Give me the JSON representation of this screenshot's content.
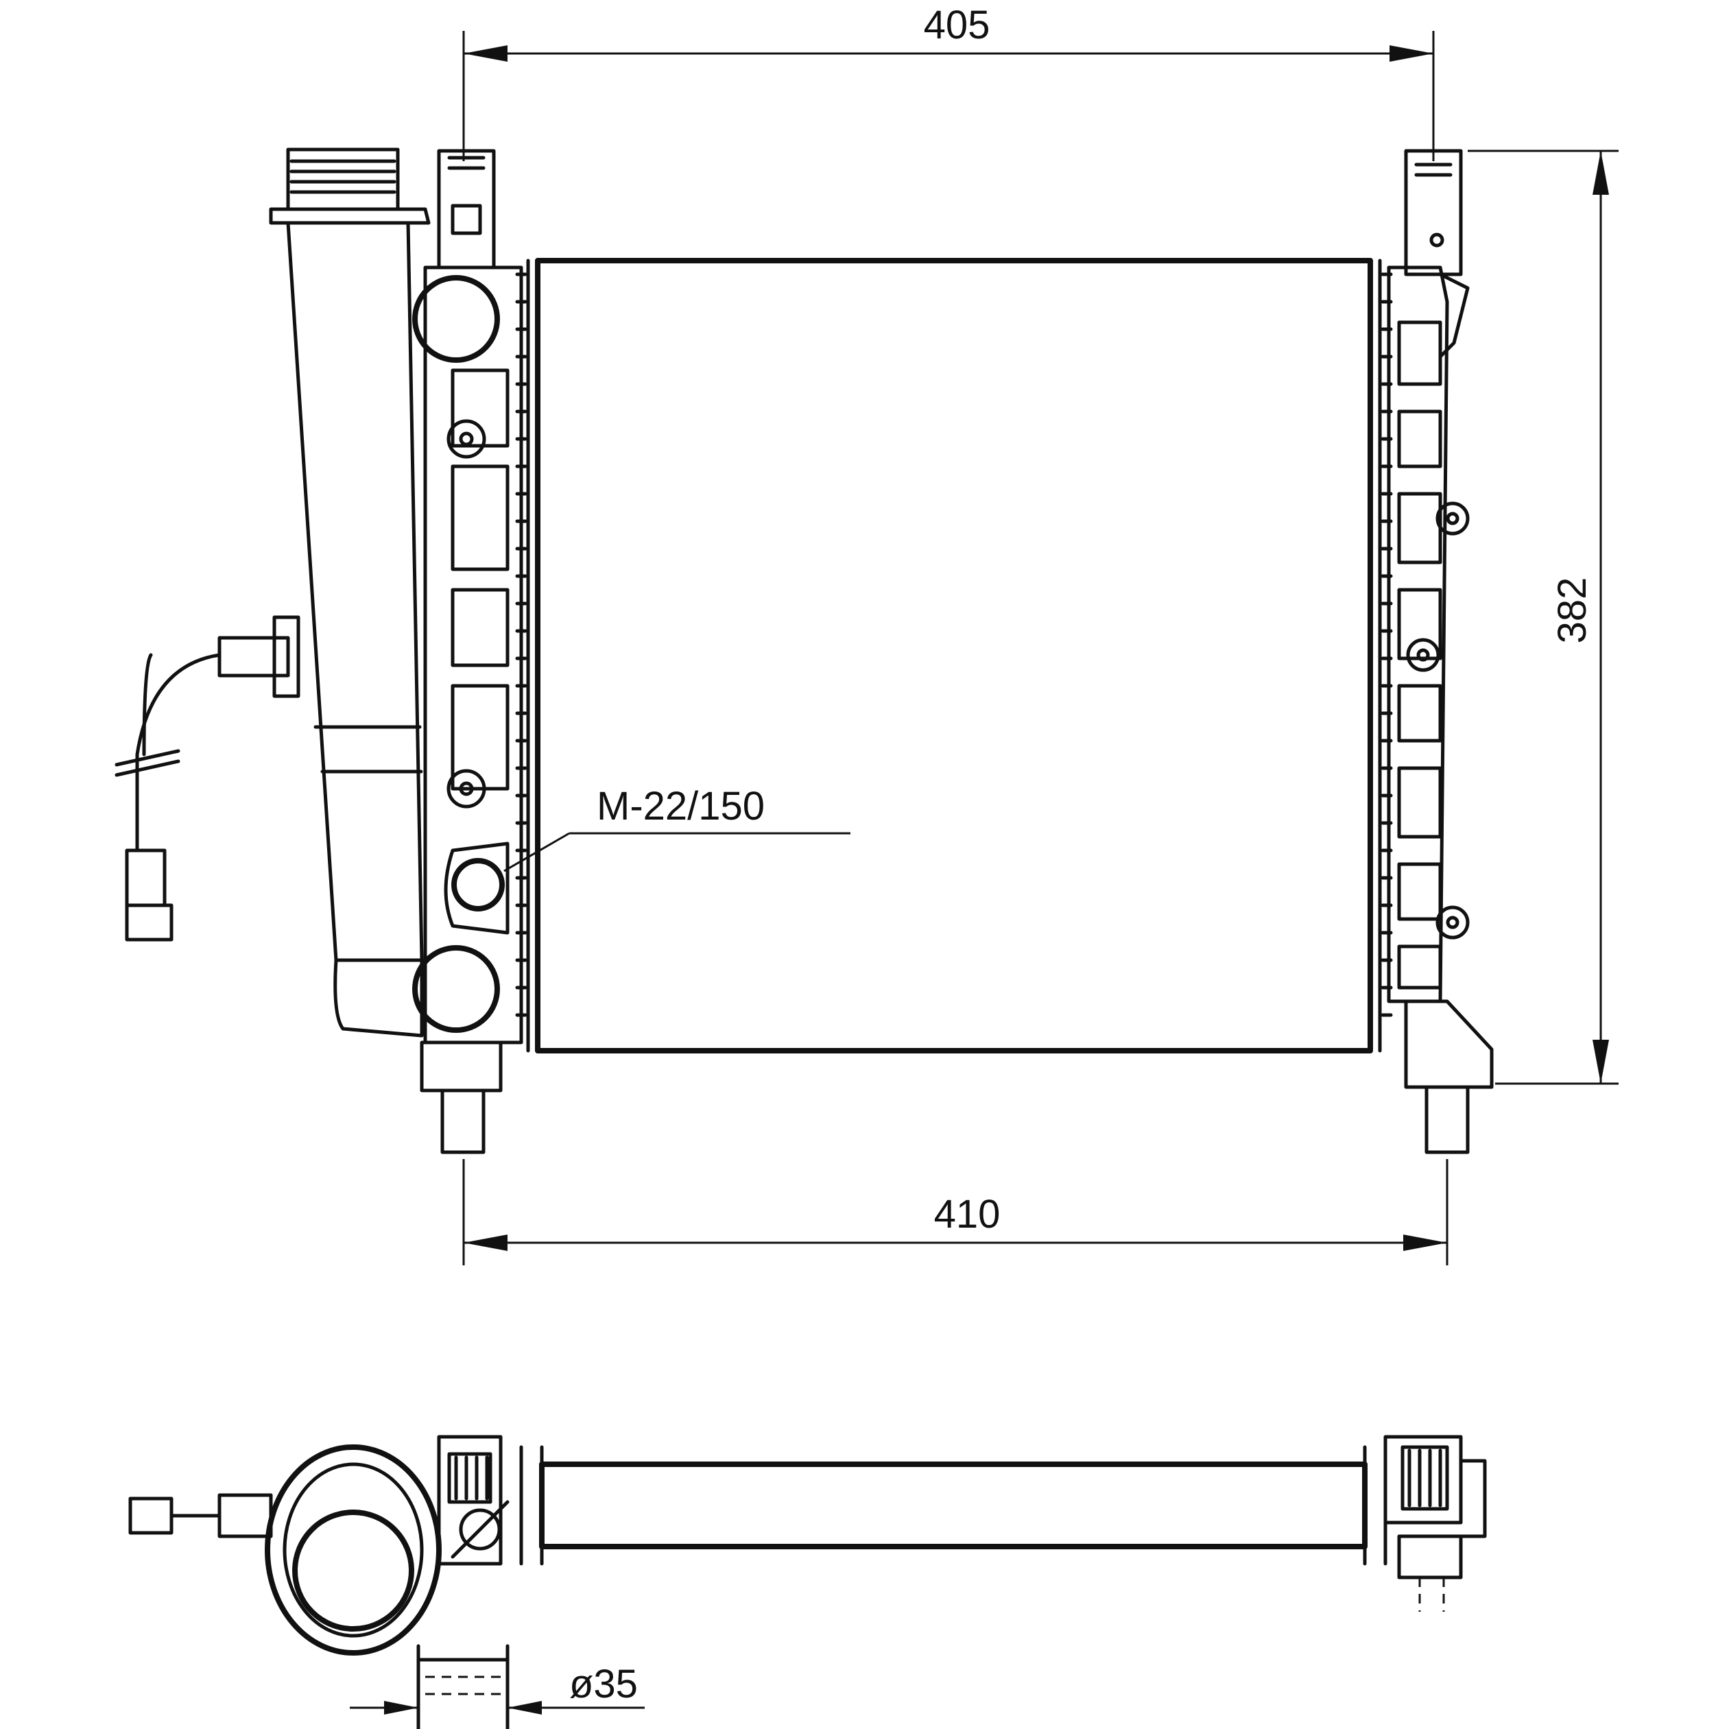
{
  "drawing": {
    "dimensions": {
      "top_width": "405",
      "bottom_width": "410",
      "height": "382",
      "pipe_diameter": "ø35"
    },
    "callout": "M-22/150"
  }
}
